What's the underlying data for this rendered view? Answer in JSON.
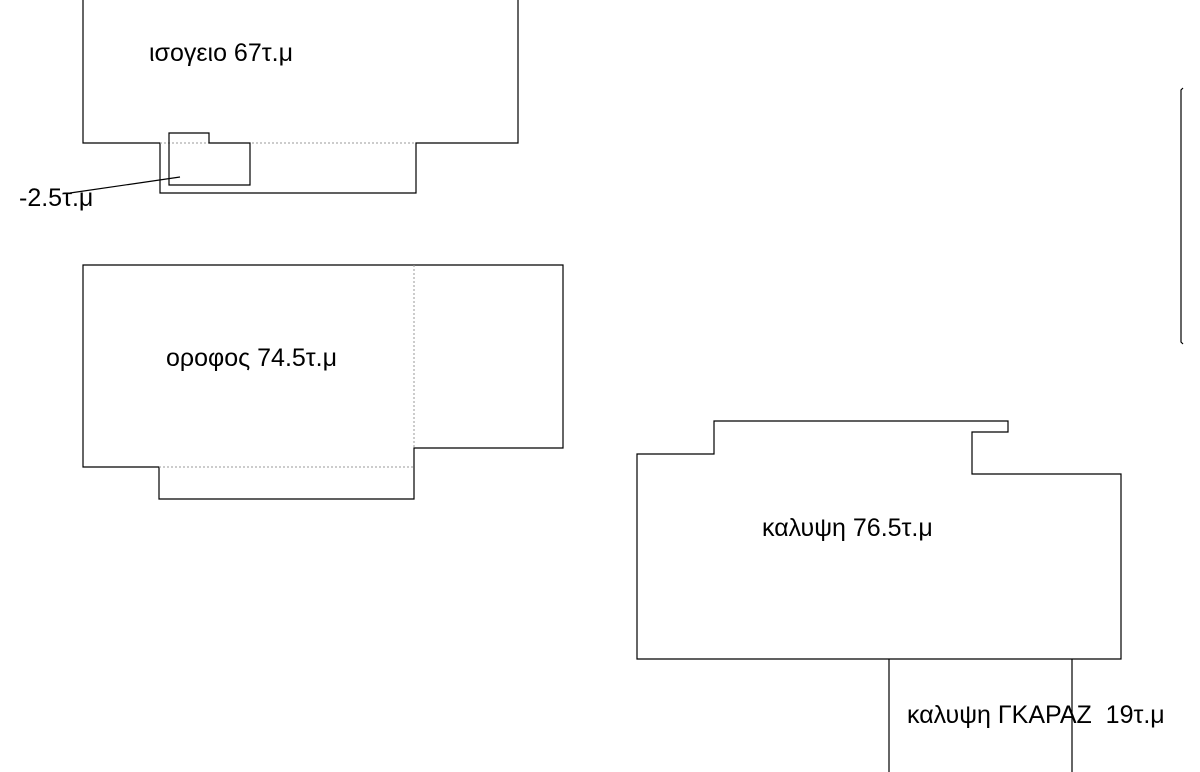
{
  "labels": {
    "ground_floor": "ισογειο 67τ.μ",
    "deduction": "-2.5τ.μ",
    "upper_floor": "οροφος 74.5τ.μ",
    "coverage": "καλυψη 76.5τ.μ",
    "garage_coverage": "καλυψη ΓΚΑΡΑΖ  19τ.μ"
  }
}
